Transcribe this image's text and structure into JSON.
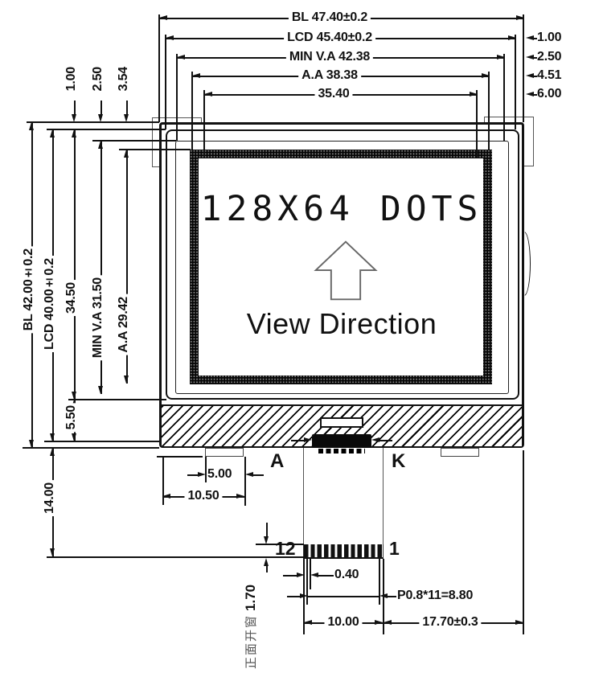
{
  "screen": {
    "dots_text": "128X64 DOTS",
    "view_direction_text": "View Direction"
  },
  "dims": {
    "top": {
      "bl_width": "BL 47.40±0.2",
      "lcd_width": "LCD 45.40±0.2",
      "min_va_width": "MIN V.A 42.38",
      "aa_width": "A.A 38.38",
      "inner_width": "35.40"
    },
    "top_right": {
      "o1": "1.00",
      "o2": "2.50",
      "o3": "4.51",
      "o4": "6.00"
    },
    "left": {
      "bl_height": "BL 42.00±0.2",
      "lcd_height": "LCD 40.00±0.2",
      "glass_height": "34.50",
      "min_va_height": "MIN V.A 31.50",
      "aa_height": "A.A 29.42",
      "strip_height": "5.50",
      "tail_length": "14.00"
    },
    "left_top": {
      "o1": "1.00",
      "o2": "2.50",
      "o3": "3.54"
    },
    "bottom_left": {
      "tab_width": "5.00",
      "tab_offset": "10.50"
    },
    "bottom": {
      "pin_width": "0.40",
      "pin_pitch": "P0.8*11=8.80",
      "fpc_width": "10.00",
      "fpc_offset": "17.70±0.3",
      "window_depth": "1.70",
      "window_note": "正面开窗"
    }
  },
  "connector": {
    "left_pin": "12",
    "right_pin": "1",
    "anode": "A",
    "cathode": "K"
  }
}
